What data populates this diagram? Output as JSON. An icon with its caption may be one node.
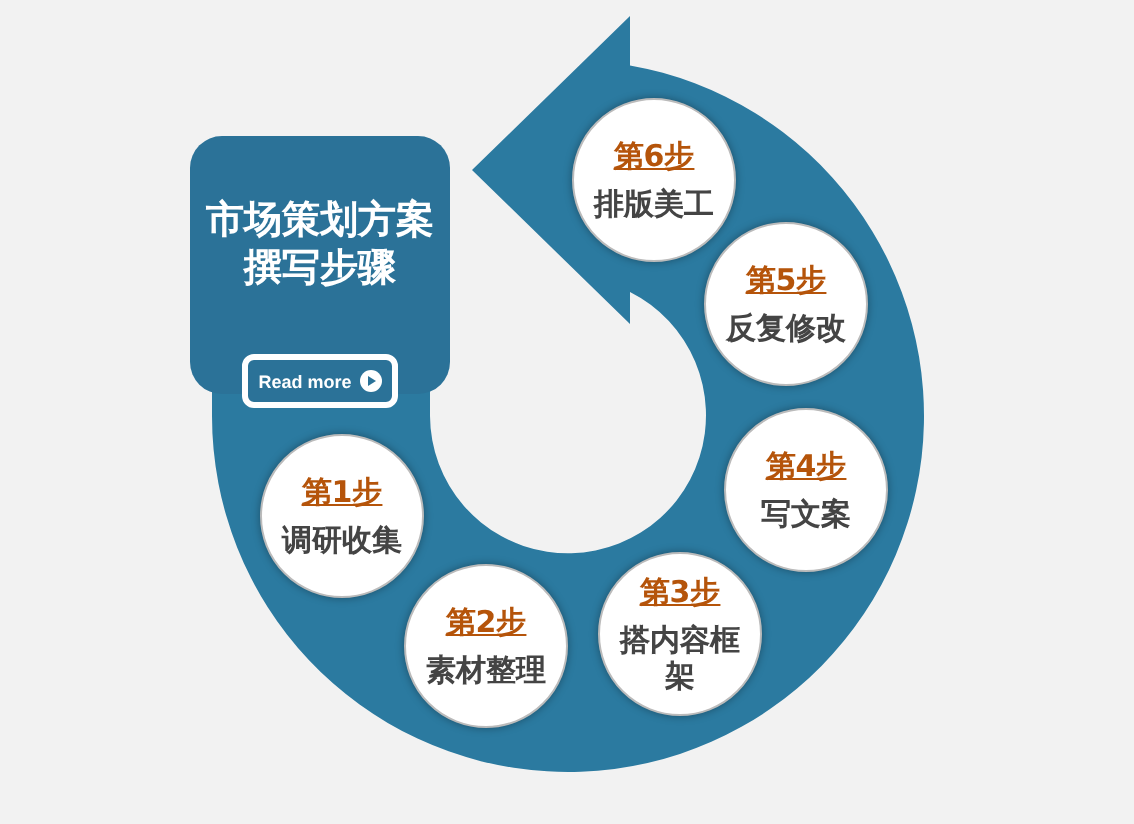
{
  "diagram": {
    "nodes": [
      {
        "text": [
          "市场策划方案撰写步骤"
        ]
      },
      {
        "text": [
          "第1步",
          "调研收集"
        ]
      },
      {
        "text": [
          "第2步",
          "素材整理"
        ]
      },
      {
        "text": [
          "第3步",
          "搭内容框架"
        ]
      },
      {
        "text": [
          "第4步",
          "写文案"
        ]
      },
      {
        "text": [
          "第5步",
          "反复修改"
        ]
      },
      {
        "text": [
          "第6步",
          "排版美工"
        ]
      }
    ],
    "labels": [
      "Read more"
    ]
  }
}
